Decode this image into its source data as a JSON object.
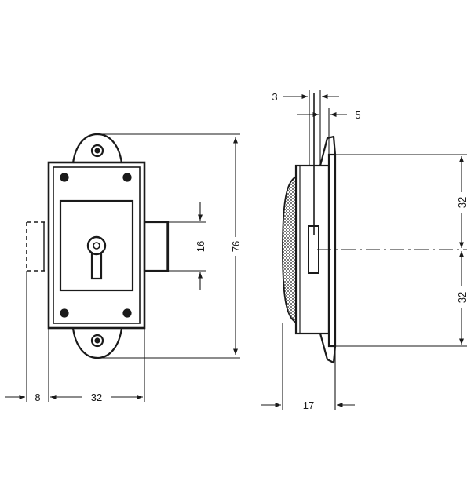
{
  "dimensions": {
    "left_view": {
      "offset_width": "8",
      "case_width": "32",
      "bolt_height": "16",
      "overall_height": "76"
    },
    "side_view": {
      "top_small": "3",
      "top_medium": "5",
      "upper_half": "32",
      "lower_half": "32",
      "depth": "17"
    }
  },
  "colors": {
    "ink": "#1a1a1a",
    "background": "#ffffff"
  }
}
